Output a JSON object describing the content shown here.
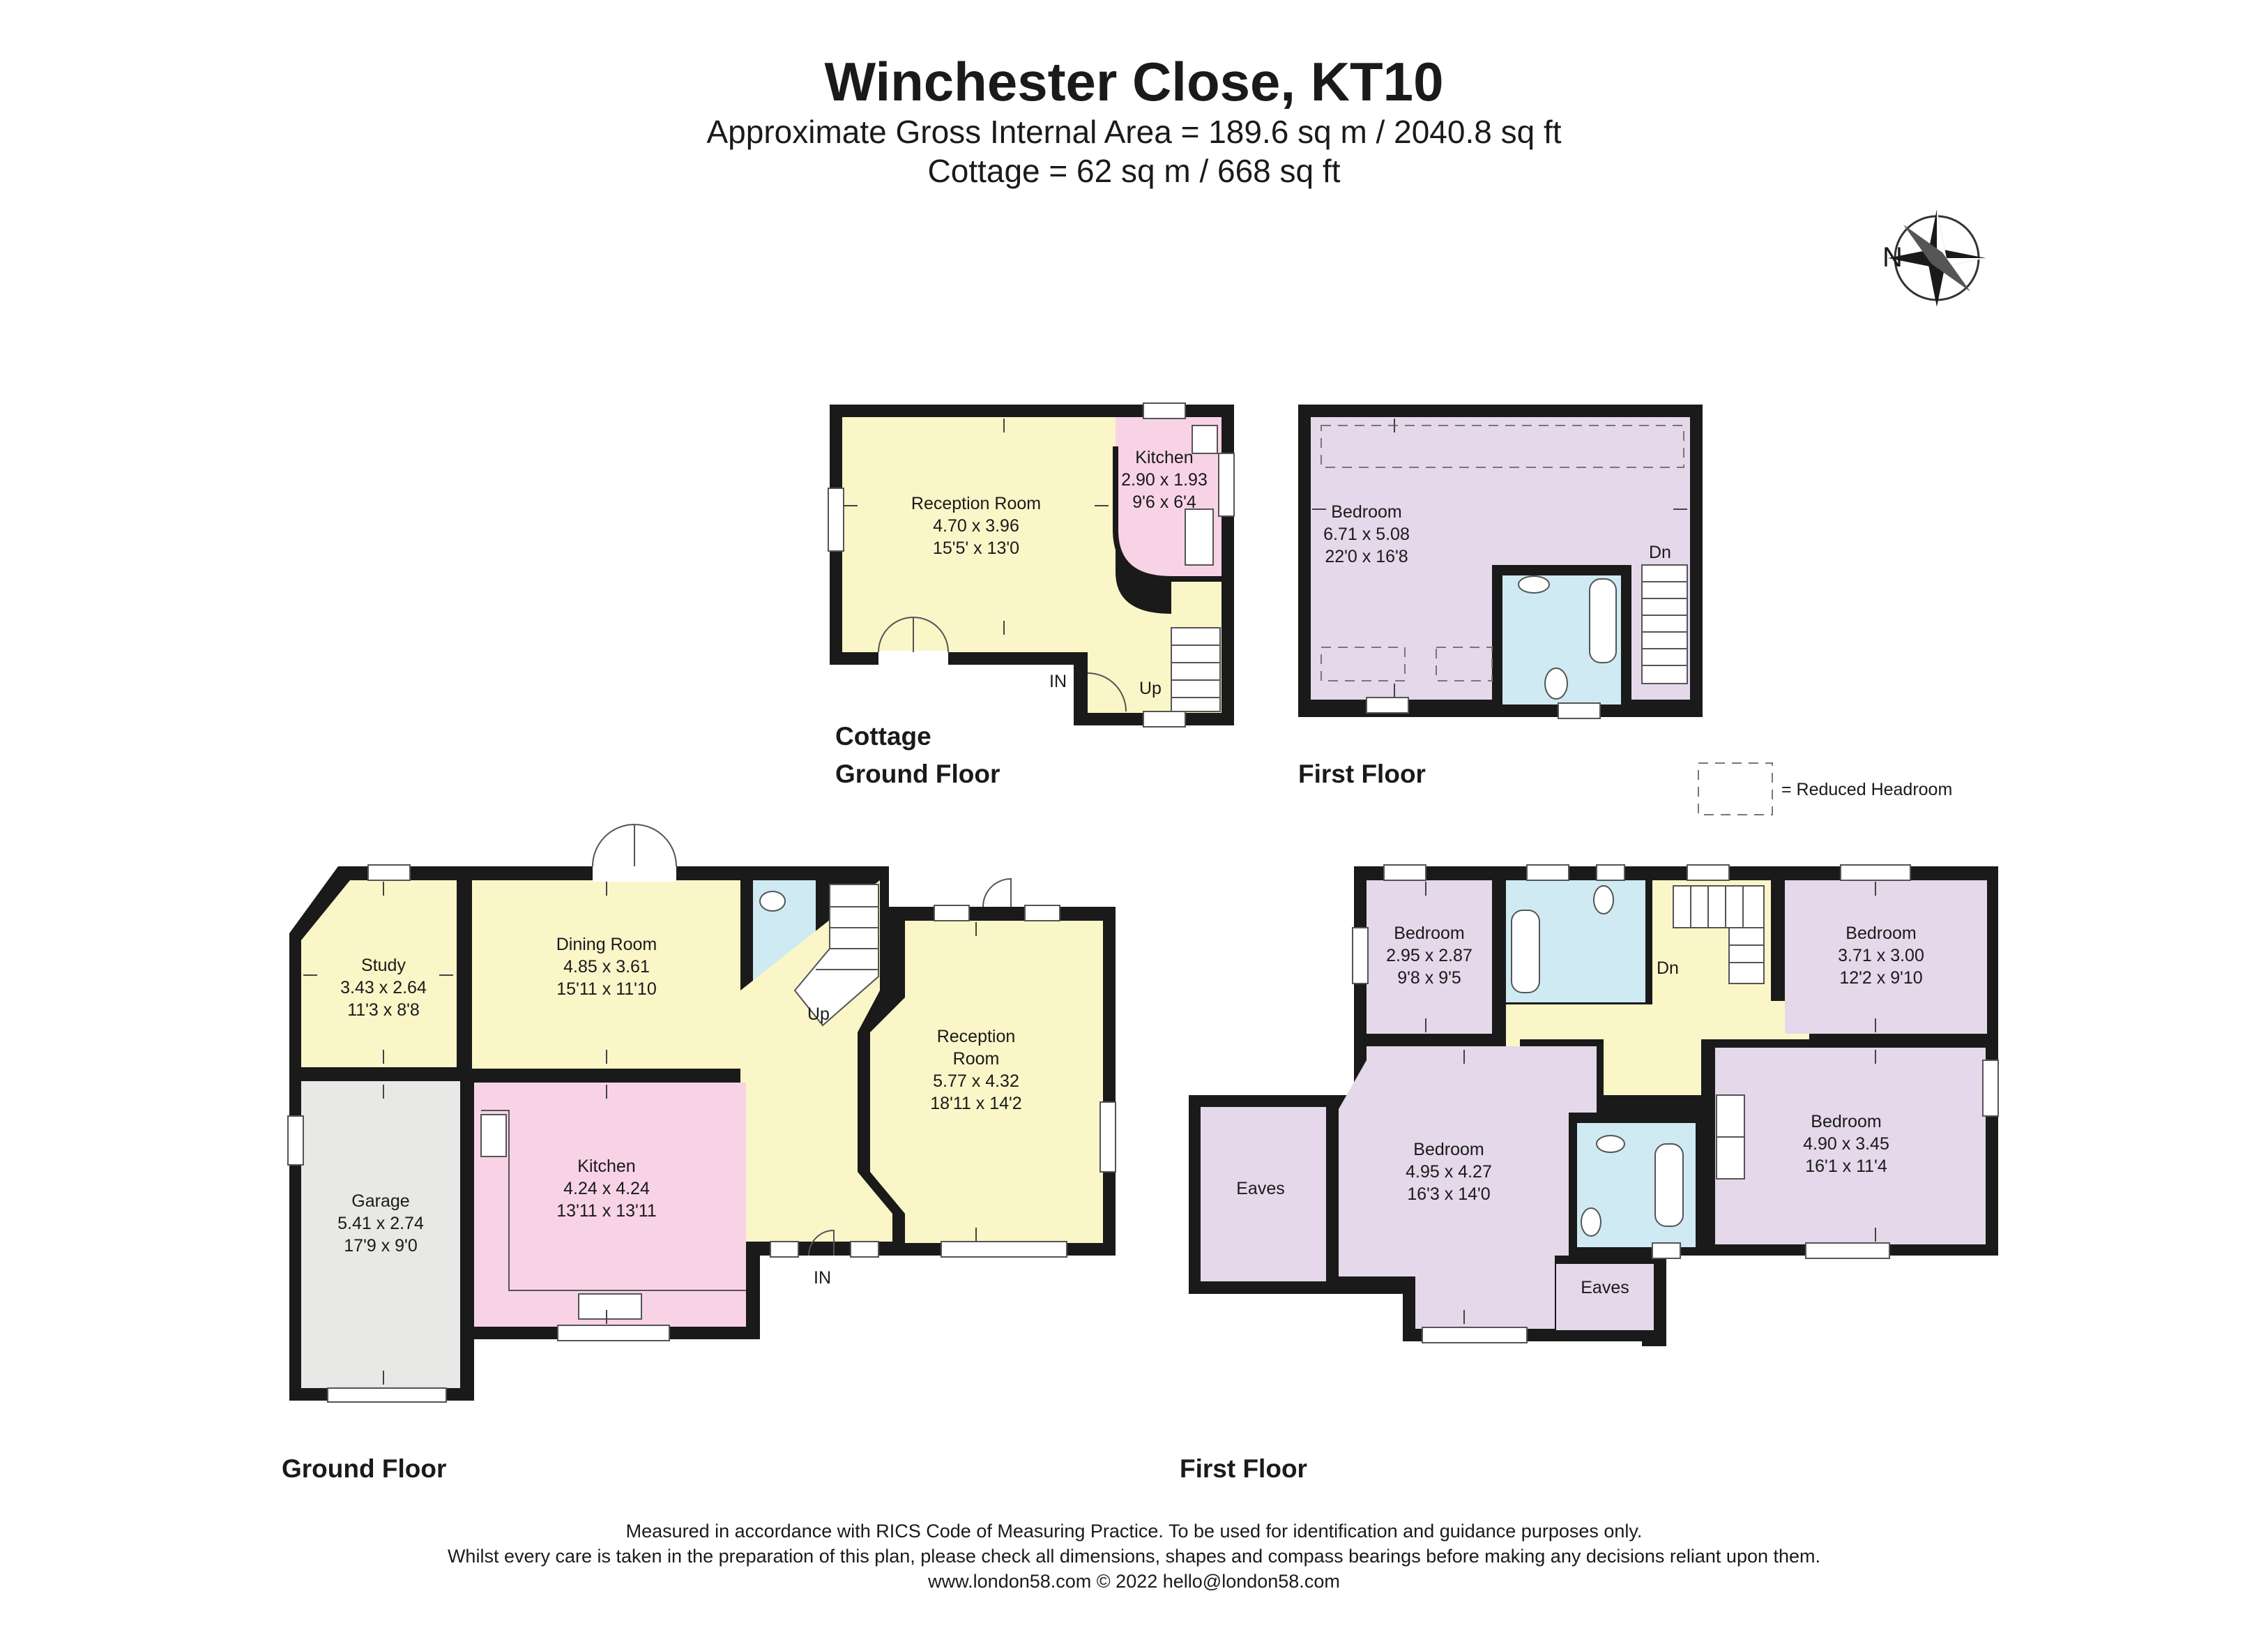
{
  "header": {
    "title": "Winchester Close, KT10",
    "area_total": "Approximate Gross Internal Area = 189.6 sq m / 2040.8 sq ft",
    "area_cottage": "Cottage = 62 sq m / 668 sq ft"
  },
  "compass": {
    "label": "N"
  },
  "legend": {
    "text": "= Reduced Headroom"
  },
  "colors": {
    "reception": "#fbf6c8",
    "kitchen": "#f8d3e6",
    "bedroom": "#e4d8ea",
    "bathroom": "#cfeaf2",
    "garage": "#e8e8e6",
    "wall": "#1a1a1a"
  },
  "cottage_ground": {
    "label_line1": "Cottage",
    "label_line2": "Ground Floor",
    "reception": {
      "name": "Reception Room",
      "metric": "4.70 x 3.96",
      "imperial": "15'5' x 13'0"
    },
    "kitchen": {
      "name": "Kitchen",
      "metric": "2.90 x 1.93",
      "imperial": "9'6 x 6'4"
    },
    "in_label": "IN",
    "up_label": "Up"
  },
  "cottage_first": {
    "label": "First Floor",
    "bedroom": {
      "name": "Bedroom",
      "metric": "6.71 x 5.08",
      "imperial": "22'0 x 16'8"
    },
    "dn_label": "Dn"
  },
  "main_ground": {
    "label": "Ground Floor",
    "study": {
      "name": "Study",
      "metric": "3.43 x 2.64",
      "imperial": "11'3 x 8'8"
    },
    "dining": {
      "name": "Dining Room",
      "metric": "4.85 x 3.61",
      "imperial": "15'11 x 11'10"
    },
    "reception": {
      "name_line1": "Reception",
      "name_line2": "Room",
      "metric": "5.77 x 4.32",
      "imperial": "18'11 x 14'2"
    },
    "kitchen": {
      "name": "Kitchen",
      "metric": "4.24 x 4.24",
      "imperial": "13'11 x 13'11"
    },
    "garage": {
      "name": "Garage",
      "metric": "5.41 x 2.74",
      "imperial": "17'9 x 9'0"
    },
    "up_label": "Up",
    "in_label": "IN"
  },
  "main_first": {
    "label": "First Floor",
    "bedroom_a": {
      "name": "Bedroom",
      "metric": "2.95 x 2.87",
      "imperial": "9'8 x 9'5"
    },
    "bedroom_b": {
      "name": "Bedroom",
      "metric": "3.71 x 3.00",
      "imperial": "12'2 x 9'10"
    },
    "bedroom_c": {
      "name": "Bedroom",
      "metric": "4.95 x 4.27",
      "imperial": "16'3 x 14'0"
    },
    "bedroom_d": {
      "name": "Bedroom",
      "metric": "4.90 x 3.45",
      "imperial": "16'1 x 11'4"
    },
    "eaves_1": "Eaves",
    "eaves_2": "Eaves",
    "dn_label": "Dn"
  },
  "footer": {
    "line1": "Measured in accordance with RICS Code of Measuring Practice. To be used for identification and guidance purposes only.",
    "line2": "Whilst every care is taken in the preparation of this plan, please check all dimensions, shapes and compass bearings before making any decisions reliant upon them.",
    "line3": "www.london58.com © 2022 hello@london58.com"
  }
}
